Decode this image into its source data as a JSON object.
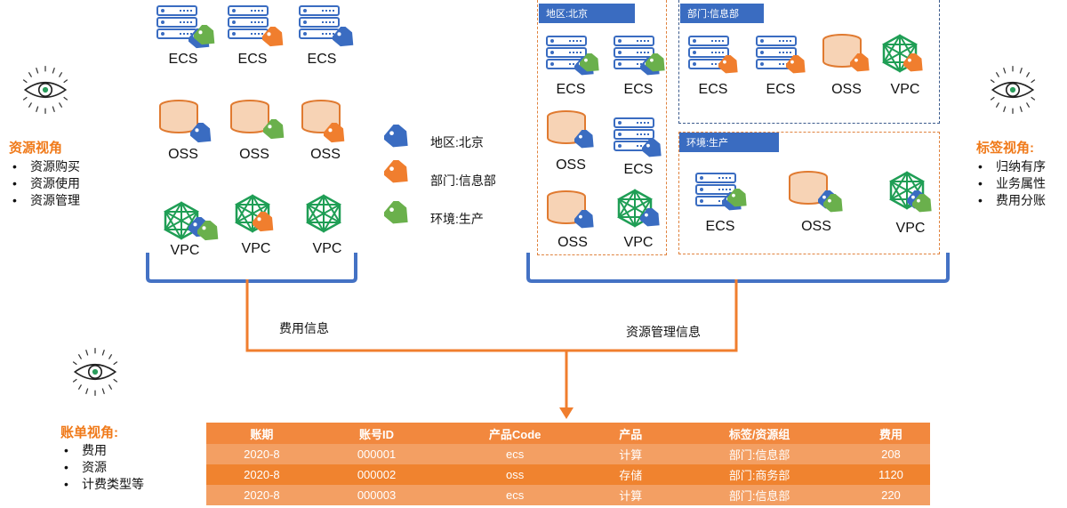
{
  "resource_view": {
    "title": "资源视角",
    "items": [
      "资源购买",
      "资源使用",
      "资源管理"
    ]
  },
  "tag_view": {
    "title": "标签视角:",
    "items": [
      "归纳有序",
      "业务属性",
      "费用分账"
    ]
  },
  "bill_view": {
    "title": "账单视角:",
    "items": [
      "费用",
      "资源",
      "计费类型等"
    ]
  },
  "left_resources": {
    "row1": [
      "ECS",
      "ECS",
      "ECS"
    ],
    "row2": [
      "OSS",
      "OSS",
      "OSS"
    ],
    "row3": [
      "VPC",
      "VPC",
      "VPC"
    ]
  },
  "legend": {
    "region": "地区:北京",
    "dept": "部门:信息部",
    "env": "环境:生产"
  },
  "group_region": {
    "title": "地区:北京",
    "labels": [
      "ECS",
      "ECS",
      "OSS",
      "ECS",
      "OSS",
      "VPC"
    ]
  },
  "group_dept": {
    "title": "部门:信息部",
    "labels": [
      "ECS",
      "ECS",
      "OSS",
      "VPC"
    ]
  },
  "group_env": {
    "title": "环境:生产",
    "labels": [
      "ECS",
      "OSS",
      "VPC"
    ]
  },
  "flow": {
    "cost_info": "费用信息",
    "resource_info": "资源管理信息"
  },
  "bill_table": {
    "headers": [
      "账期",
      "账号ID",
      "产品Code",
      "产品",
      "标签/资源组",
      "费用"
    ],
    "rows": [
      [
        "2020-8",
        "000001",
        "ecs",
        "计算",
        "部门:信息部",
        "208"
      ],
      [
        "2020-8",
        "000002",
        "oss",
        "存储",
        "部门:商务部",
        "1120"
      ],
      [
        "2020-8",
        "000003",
        "ecs",
        "计算",
        "部门:信息部",
        "220"
      ]
    ]
  },
  "colors": {
    "accent_orange": "#f07a1a",
    "tag_blue": "#3a6cc1",
    "tag_orange": "#f07e2e",
    "tag_green": "#6ab04c",
    "bracket_blue": "#4472c4"
  }
}
